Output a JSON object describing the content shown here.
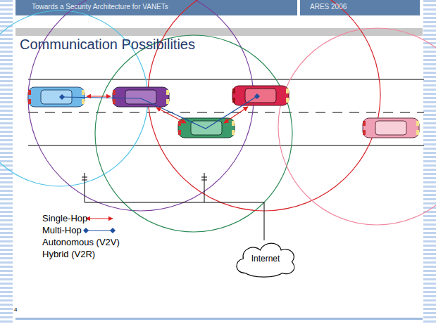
{
  "diagram": {
    "title": "Communication Possibilities",
    "nodes": [
      {
        "text": [
          "Internet"
        ]
      }
    ],
    "labels": [
      "Towards a Security Architecture for VANETs",
      "ARES 2006",
      "4"
    ],
    "legend": [
      {
        "text": "Single-Hop"
      },
      {
        "text": "Multi-Hop"
      },
      {
        "text": "Autonomous (V2V)"
      },
      {
        "text": "Hybrid (V2R)"
      }
    ]
  }
}
